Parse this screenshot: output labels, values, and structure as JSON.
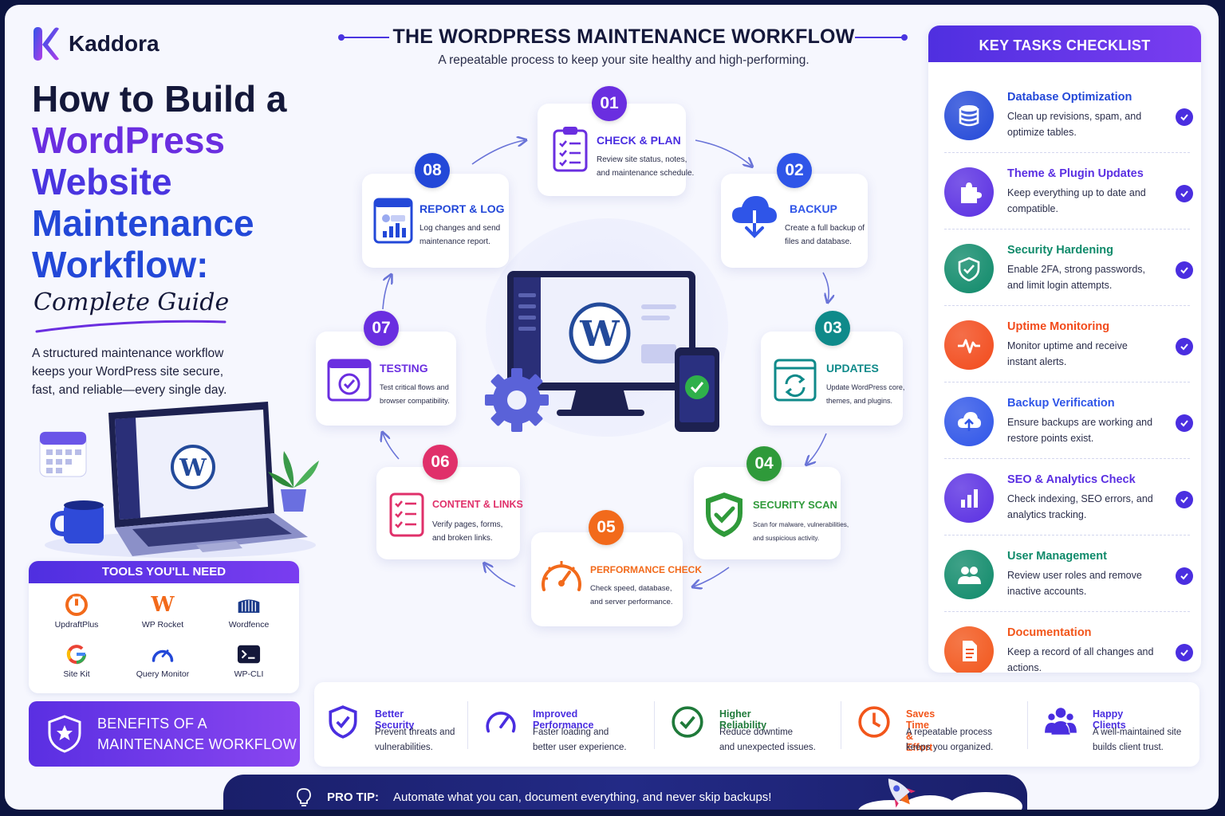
{
  "brand": {
    "name": "Kaddora"
  },
  "headline": {
    "line1": "How to Build a",
    "line2": "WordPress",
    "line3": "Website",
    "line4": "Maintenance",
    "line5": "Workflow:",
    "subtitle": "Complete Guide"
  },
  "intro": "A structured maintenance workflow keeps your WordPress site secure, fast, and reliable—every single day.",
  "tools": {
    "title": "TOOLS YOU'LL NEED",
    "items": [
      {
        "label": "UpdraftPlus",
        "icon": "updraftplus-icon"
      },
      {
        "label": "WP Rocket",
        "icon": "wp-rocket-icon"
      },
      {
        "label": "Wordfence",
        "icon": "wordfence-icon"
      },
      {
        "label": "Site Kit",
        "icon": "google-icon"
      },
      {
        "label": "Query Monitor",
        "icon": "gauge-icon"
      },
      {
        "label": "WP-CLI",
        "icon": "terminal-icon"
      }
    ]
  },
  "benefits_banner": {
    "line1": "BENEFITS OF A",
    "line2": "MAINTENANCE WORKFLOW"
  },
  "workflow": {
    "title": "THE WORDPRESS MAINTENANCE WORKFLOW",
    "subtitle": "A repeatable process to keep your site healthy and high-performing.",
    "steps": [
      {
        "num": "01",
        "title": "CHECK & PLAN",
        "desc1": "Review site status, notes,",
        "desc2": "and maintenance schedule.",
        "color": "#6a2ee0",
        "icon": "clipboard-icon"
      },
      {
        "num": "02",
        "title": "BACKUP",
        "desc1": "Create a full backup of",
        "desc2": "files and database.",
        "color": "#2f55e8",
        "icon": "cloud-download-icon"
      },
      {
        "num": "03",
        "title": "UPDATES",
        "desc1": "Update WordPress core,",
        "desc2": "themes, and plugins.",
        "color": "#0f8a8a",
        "icon": "refresh-window-icon"
      },
      {
        "num": "04",
        "title": "SECURITY SCAN",
        "desc1": "Scan for malware, vulnerabilities,",
        "desc2": "and suspicious activity.",
        "color": "#2f9a3a",
        "icon": "shield-check-icon"
      },
      {
        "num": "05",
        "title": "PERFORMANCE CHECK",
        "desc1": "Check speed, database,",
        "desc2": "and server performance.",
        "color": "#f26a1b",
        "icon": "speedometer-icon"
      },
      {
        "num": "06",
        "title": "CONTENT & LINKS",
        "desc1": "Verify pages, forms,",
        "desc2": "and broken links.",
        "color": "#e0306a",
        "icon": "checklist-icon"
      },
      {
        "num": "07",
        "title": "TESTING",
        "desc1": "Test critical flows and",
        "desc2": "browser compatibility.",
        "color": "#6a2ee0",
        "icon": "browser-check-icon"
      },
      {
        "num": "08",
        "title": "REPORT & LOG",
        "desc1": "Log changes and send",
        "desc2": "maintenance report.",
        "color": "#2348d8",
        "icon": "report-chart-icon"
      }
    ]
  },
  "checklist": {
    "title": "KEY TASKS CHECKLIST",
    "items": [
      {
        "title": "Database Optimization",
        "desc": "Clean up revisions, spam, and optimize tables.",
        "color": "#2348d8",
        "icon": "database-icon"
      },
      {
        "title": "Theme & Plugin Updates",
        "desc": "Keep everything up to date and compatible.",
        "color": "#5a2fe2",
        "icon": "puzzle-icon"
      },
      {
        "title": "Security Hardening",
        "desc": "Enable 2FA, strong passwords, and limit login attempts.",
        "color": "#0f8a6a",
        "icon": "shield-icon"
      },
      {
        "title": "Uptime Monitoring",
        "desc": "Monitor uptime and receive instant alerts.",
        "color": "#f24a1b",
        "icon": "pulse-icon"
      },
      {
        "title": "Backup Verification",
        "desc": "Ensure backups are working and restore points exist.",
        "color": "#2f55e8",
        "icon": "cloud-upload-icon"
      },
      {
        "title": "SEO & Analytics Check",
        "desc": "Check indexing, SEO errors, and analytics tracking.",
        "color": "#5a2fe2",
        "icon": "bar-chart-icon"
      },
      {
        "title": "User Management",
        "desc": "Review user roles and remove inactive accounts.",
        "color": "#0f8a6a",
        "icon": "users-icon"
      },
      {
        "title": "Documentation",
        "desc": "Keep a record of all changes and actions.",
        "color": "#f2561b",
        "icon": "document-icon"
      }
    ]
  },
  "benefits": [
    {
      "title": "Better Security",
      "desc1": "Prevent threats and",
      "desc2": "vulnerabilities.",
      "color": "#4a2ee0",
      "icon": "shield-check-icon"
    },
    {
      "title": "Improved Performance",
      "desc1": "Faster loading and",
      "desc2": "better user experience.",
      "color": "#4a2ee0",
      "icon": "speedometer-icon"
    },
    {
      "title": "Higher Reliability",
      "desc1": "Reduce downtime",
      "desc2": "and unexpected issues.",
      "color": "#1f7a3a",
      "icon": "check-circle-icon"
    },
    {
      "title": "Saves Time & Effort",
      "desc1": "A repeatable process",
      "desc2": "keeps you organized.",
      "color": "#f2561b",
      "icon": "clock-icon"
    },
    {
      "title": "Happy Clients",
      "desc1": "A well-maintained site",
      "desc2": "builds client trust.",
      "color": "#4a2ee0",
      "icon": "users-icon"
    }
  ],
  "protip": {
    "label": "PRO TIP:",
    "text": "Automate what you can, document everything, and never skip backups!"
  }
}
